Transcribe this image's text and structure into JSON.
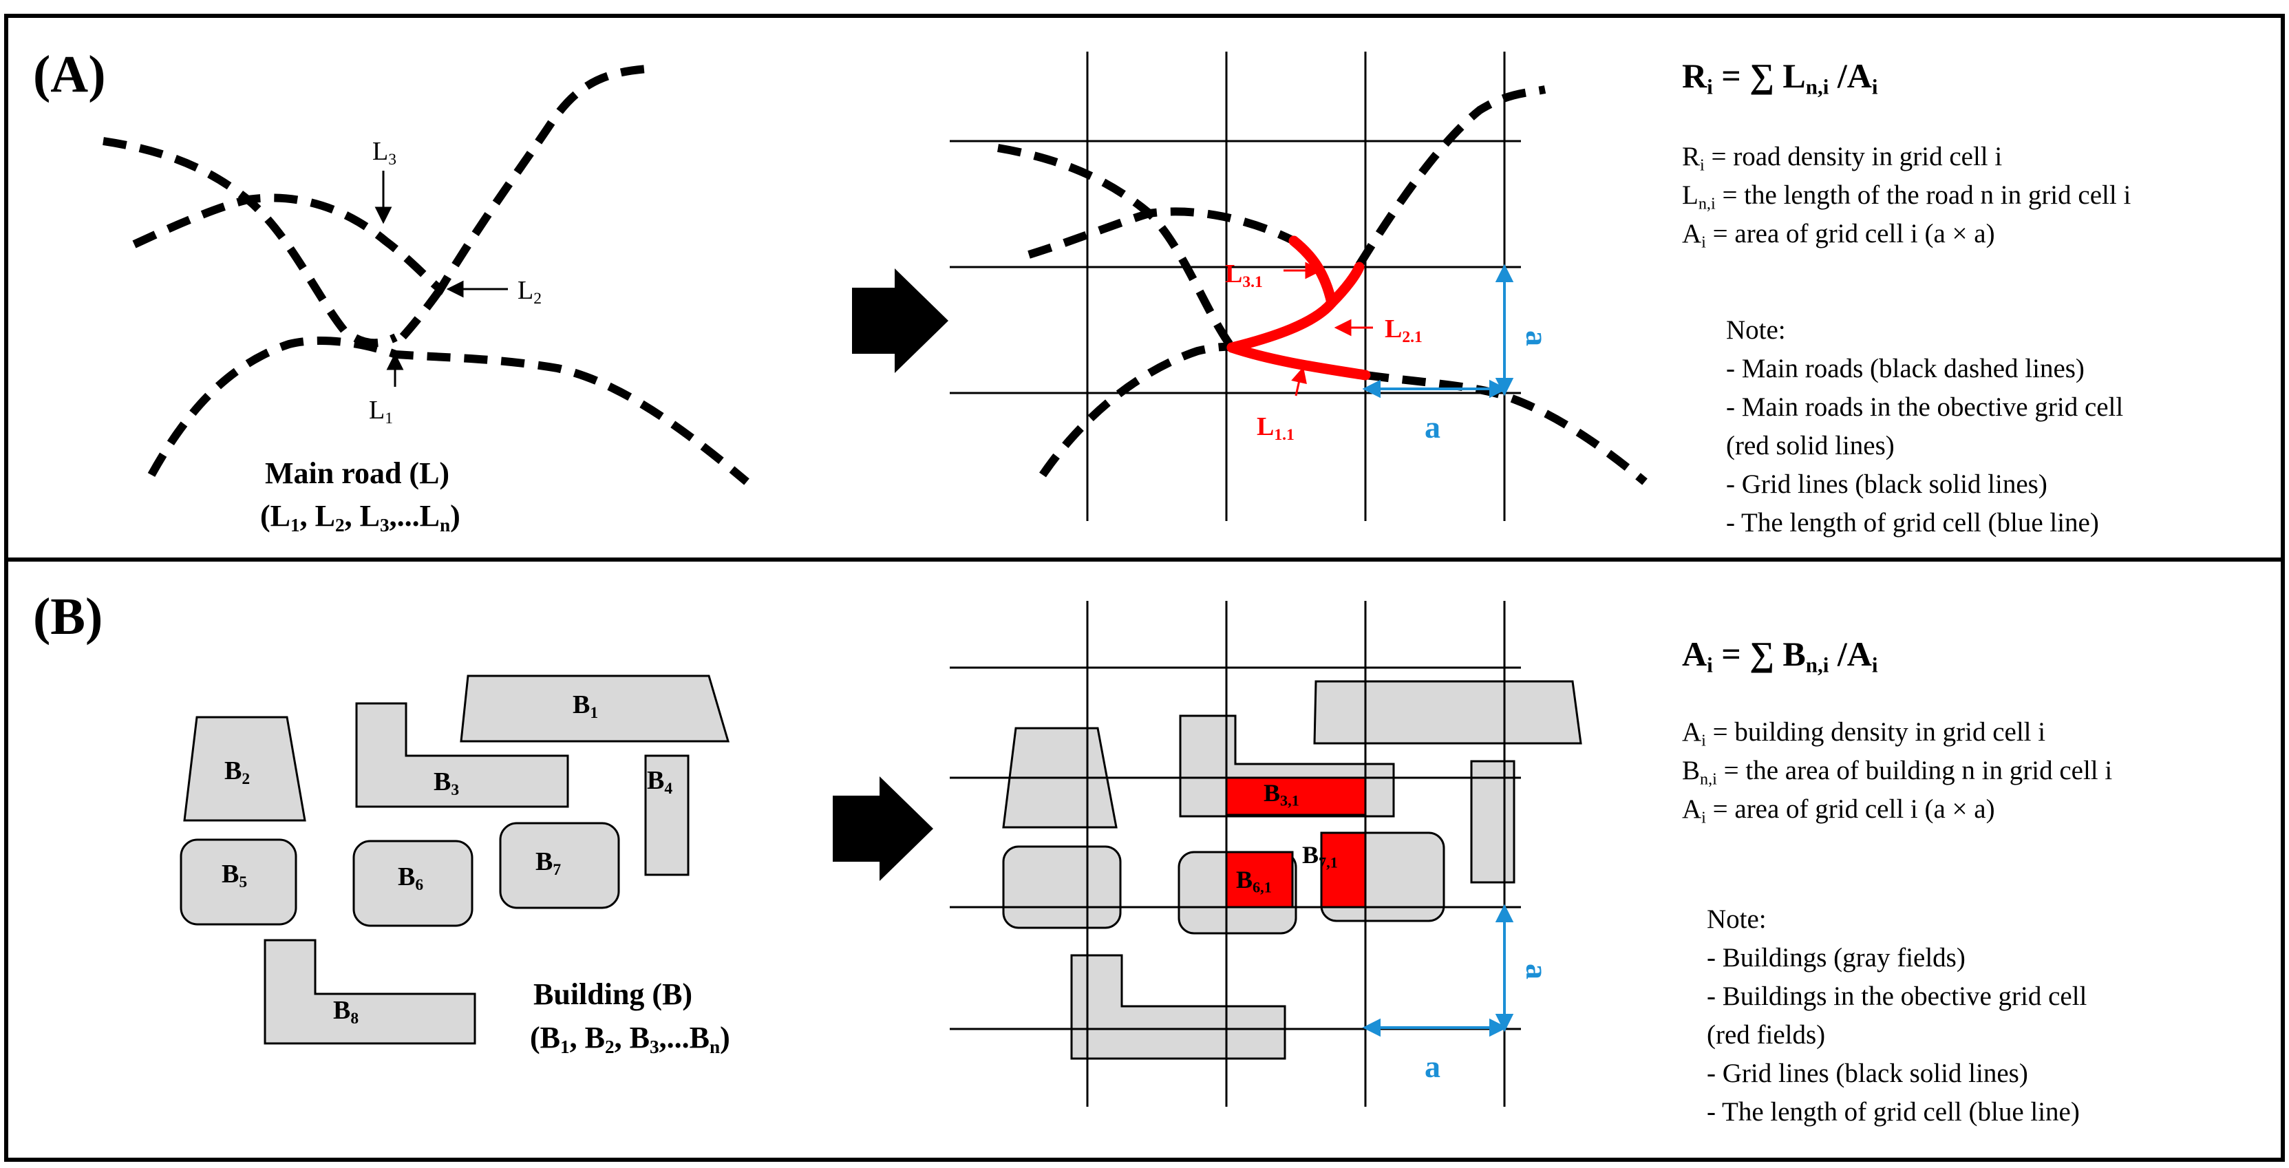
{
  "panel_a": {
    "tag": "(A)",
    "formula": {
      "lhs": "R",
      "lhs_sub": "i",
      "eq": " = ∑ ",
      "sym": "L",
      "sym_sub": "n,i",
      "div": " /",
      "den": "A",
      "den_sub": "i"
    },
    "definitions": [
      {
        "sym": "R",
        "sub": "i",
        "text": " = road density in grid cell i"
      },
      {
        "sym": "L",
        "sub": "n,i",
        "text": " = the length of the road n in grid cell i"
      },
      {
        "sym": "A",
        "sub": "i",
        "text": " = area of grid cell i (a × a)"
      }
    ],
    "note_title": "Note:",
    "notes": [
      "- Main roads (black dashed lines)",
      "- Main roads in the obective grid cell",
      "(red solid lines)",
      "- Grid lines (black solid lines)",
      "- The length of grid cell (blue line)"
    ],
    "caption_line1": "Main road (L)",
    "caption_line2": {
      "open": "(L",
      "s1": "1",
      "c1": ", L",
      "s2": "2",
      "c2": ", L",
      "s3": "3",
      "c3": ",...L",
      "sn": "n",
      "close": ")"
    },
    "road_labels": [
      {
        "sym": "L",
        "sub": "3"
      },
      {
        "sym": "L",
        "sub": "2"
      },
      {
        "sym": "L",
        "sub": "1"
      }
    ],
    "cell_labels": [
      {
        "sym": "L",
        "sub": "3.1"
      },
      {
        "sym": "L",
        "sub": "2.1"
      },
      {
        "sym": "L",
        "sub": "1.1"
      }
    ],
    "dimension_label": "a"
  },
  "panel_b": {
    "tag": "(B)",
    "formula": {
      "lhs": "A",
      "lhs_sub": "i",
      "eq": " = ∑ ",
      "sym": "B",
      "sym_sub": "n,i",
      "div": " /",
      "den": "A",
      "den_sub": "i"
    },
    "definitions": [
      {
        "sym": "A",
        "sub": "i",
        "text": " = building density in grid cell i"
      },
      {
        "sym": "B",
        "sub": "n,i",
        "text": " = the area of building n in grid cell i"
      },
      {
        "sym": "A",
        "sub": "i",
        "text": " = area of grid cell i (a × a)"
      }
    ],
    "note_title": "Note:",
    "notes": [
      "- Buildings (gray fields)",
      "- Buildings in the obective grid cell",
      "(red fields)",
      "- Grid lines (black solid lines)",
      "- The length of grid cell (blue line)"
    ],
    "caption_line1": "Building (B)",
    "caption_line2": {
      "open": "(B",
      "s1": "1",
      "c1": ", B",
      "s2": "2",
      "c2": ", B",
      "s3": "3",
      "c3": ",...B",
      "sn": "n",
      "close": ")"
    },
    "building_labels": [
      {
        "sym": "B",
        "sub": "1"
      },
      {
        "sym": "B",
        "sub": "2"
      },
      {
        "sym": "B",
        "sub": "3"
      },
      {
        "sym": "B",
        "sub": "4"
      },
      {
        "sym": "B",
        "sub": "5"
      },
      {
        "sym": "B",
        "sub": "6"
      },
      {
        "sym": "B",
        "sub": "7"
      },
      {
        "sym": "B",
        "sub": "8"
      }
    ],
    "cell_labels": [
      {
        "sym": "B",
        "sub": "3,1"
      },
      {
        "sym": "B",
        "sub": "6,1"
      },
      {
        "sym": "B",
        "sub": "7,1"
      }
    ],
    "dimension_label": "a"
  },
  "colors": {
    "road": "#000000",
    "highlight": "#ff0000",
    "dimension": "#1b8fd6",
    "building_fill": "#d9d9d9"
  }
}
